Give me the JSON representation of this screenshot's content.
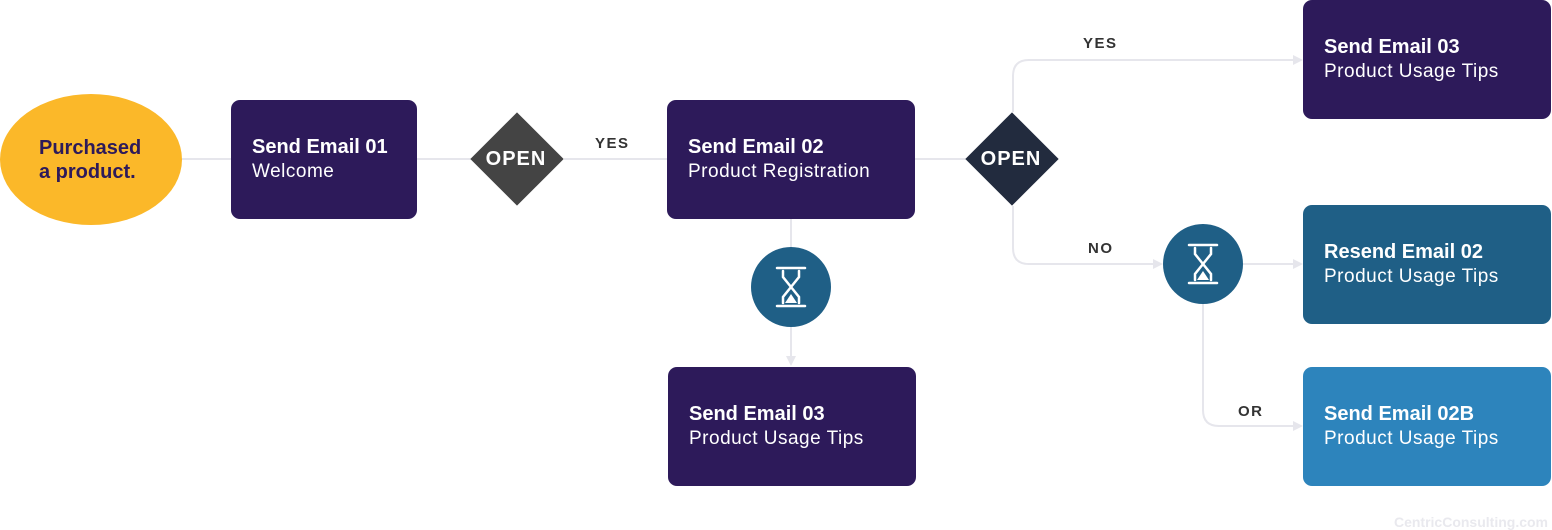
{
  "colors": {
    "start_fill": "#fbb829",
    "start_text": "#2d1a5a",
    "email_dark": "#2d1a5a",
    "email_teal": "#1f5f86",
    "email_light": "#2d84bc",
    "diamond_gray": "#444444",
    "diamond_navy": "#222b3e",
    "timer_fill": "#1f5f86",
    "connector": "#e6e6ec"
  },
  "start": {
    "line1": "Purchased",
    "line2": "a product."
  },
  "email01": {
    "title": "Send Email 01",
    "subtitle": "Welcome"
  },
  "decision1": {
    "label": "OPEN"
  },
  "edge_yes_1": "YES",
  "email02": {
    "title": "Send Email 02",
    "subtitle": "Product Registration"
  },
  "timer1": {
    "icon": "hourglass-icon"
  },
  "email03_lower": {
    "title": "Send Email 03",
    "subtitle": "Product Usage Tips"
  },
  "decision2": {
    "label": "OPEN"
  },
  "edge_yes_2": "YES",
  "edge_no": "NO",
  "edge_or": "OR",
  "email03_upper": {
    "title": "Send Email 03",
    "subtitle": "Product Usage Tips"
  },
  "timer2": {
    "icon": "hourglass-icon"
  },
  "resend02": {
    "title": "Resend Email 02",
    "subtitle": "Product Usage Tips"
  },
  "email02b": {
    "title": "Send Email 02B",
    "subtitle": "Product Usage Tips"
  },
  "footer": "CentricConsulting.com"
}
